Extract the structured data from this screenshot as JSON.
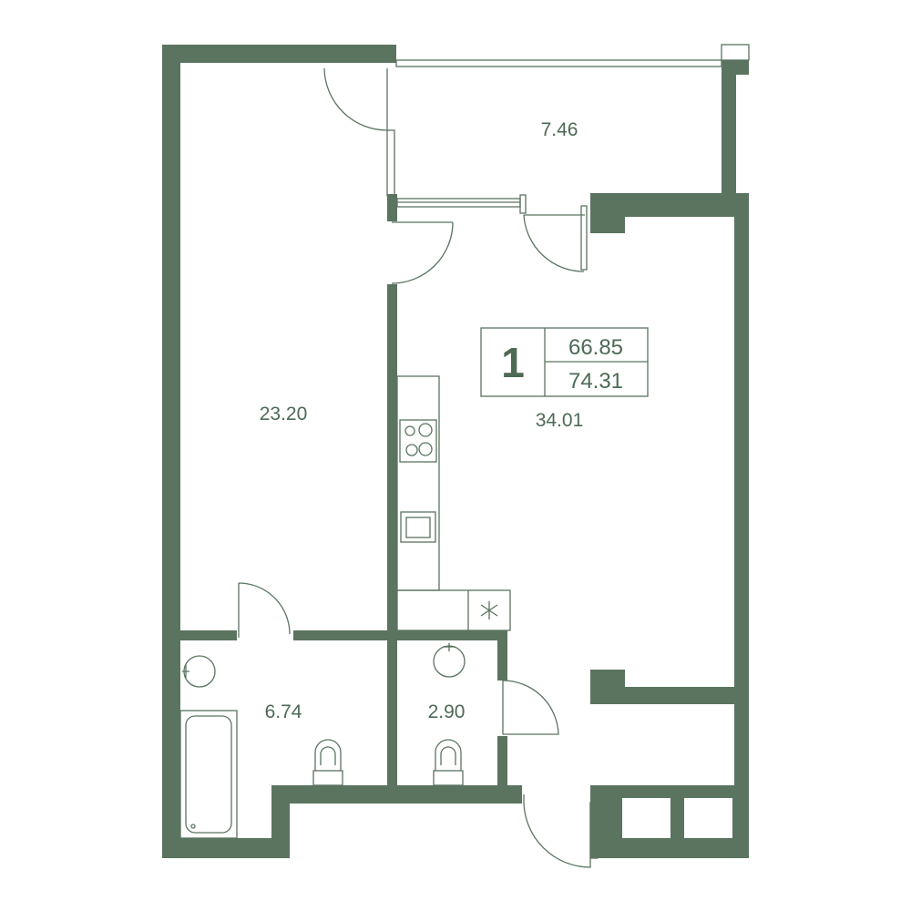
{
  "apartment": {
    "rooms_count": "1",
    "area_living_total": "66.85",
    "area_total": "74.31"
  },
  "rooms": {
    "balcony_area": "7.46",
    "bedroom_area": "23.20",
    "kitchen_living_area": "34.01",
    "bathroom_area": "6.74",
    "toilet_area": "2.90"
  },
  "colors": {
    "wall": "#5a7460",
    "text": "#4d6a55"
  },
  "icons": [
    "door-swing-icon",
    "stove-icon",
    "sink-icon",
    "washbasin-icon",
    "toilet-icon",
    "bathtub-icon",
    "fan-icon"
  ]
}
